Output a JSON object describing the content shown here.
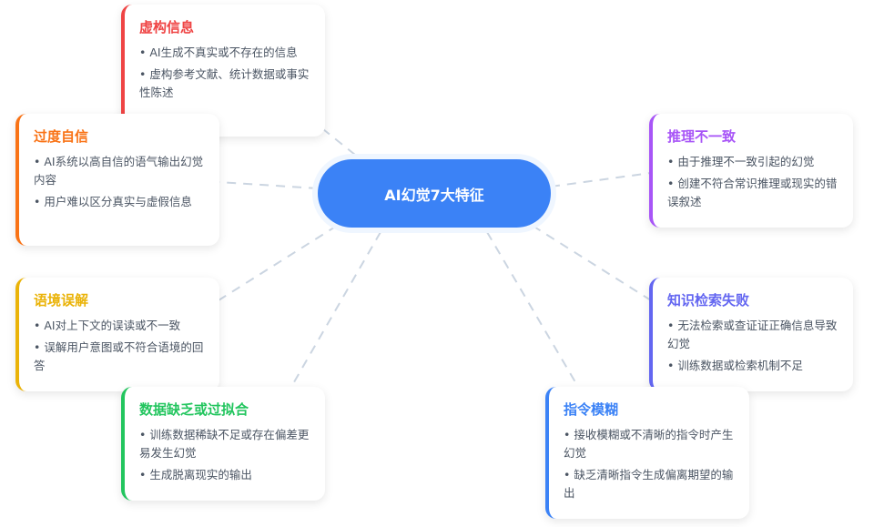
{
  "center": {
    "title": "AI幻觉7大特征",
    "color": "#3b82f6"
  },
  "cards": [
    {
      "title": "虚构信息",
      "color": "#ef4444",
      "items": [
        "AI生成不真实或不存在的信息",
        "虚构参考文献、统计数据或事实性陈述"
      ]
    },
    {
      "title": "过度自信",
      "color": "#f97316",
      "items": [
        "AI系统以高自信的语气输出幻觉内容",
        "用户难以区分真实与虚假信息"
      ]
    },
    {
      "title": "语境误解",
      "color": "#eab308",
      "items": [
        "AI对上下文的误读或不一致",
        "误解用户意图或不符合语境的回答"
      ]
    },
    {
      "title": "数据缺乏或过拟合",
      "color": "#22c55e",
      "items": [
        "训练数据稀缺不足或存在偏差更易发生幻觉",
        "生成脱离现实的输出"
      ]
    },
    {
      "title": "推理不一致",
      "color": "#a855f7",
      "items": [
        "由于推理不一致引起的幻觉",
        "创建不符合常识推理或现实的错误叙述"
      ]
    },
    {
      "title": "知识检索失败",
      "color": "#6366f1",
      "items": [
        "无法检索或查证证正确信息导致幻觉",
        "训练数据或检索机制不足"
      ]
    },
    {
      "title": "指令模糊",
      "color": "#3b82f6",
      "items": [
        "接收模糊或不清晰的指令时产生幻觉",
        "缺乏清晰指令生成偏离期望的输出"
      ]
    }
  ]
}
